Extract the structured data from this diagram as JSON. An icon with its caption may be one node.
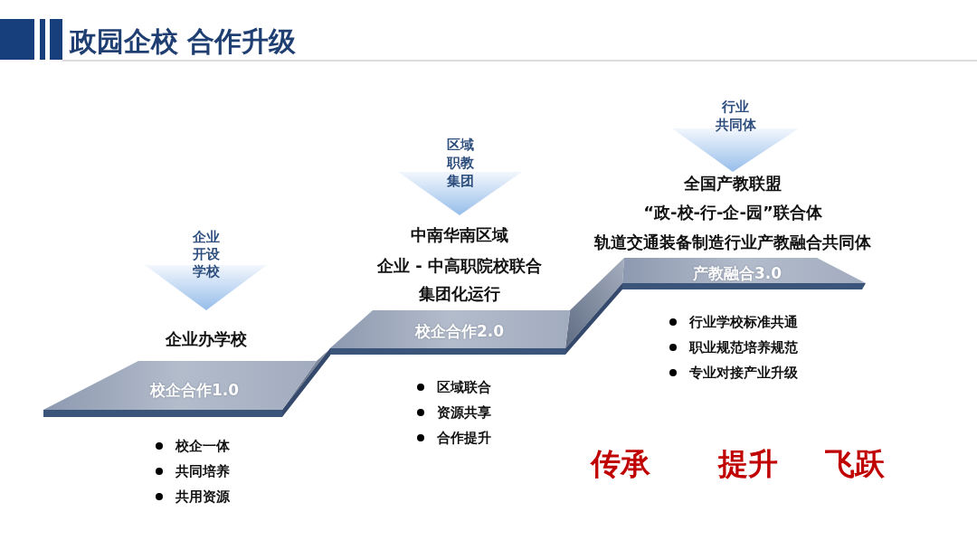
{
  "diagram": {
    "title": "政园企校 合作升级",
    "nodes": [
      {
        "text": [
          "企业开设学校"
        ]
      },
      {
        "text": [
          "校企合作1.0"
        ],
        "beside": [
          "校企一体",
          "共同培养",
          "共用资源"
        ]
      },
      {
        "text": [
          "区域职教集团"
        ]
      },
      {
        "text": [
          "校企合作2.0"
        ],
        "beside": [
          "区域联合",
          "资源共享",
          "合作提升"
        ]
      },
      {
        "text": [
          "行业共同体"
        ]
      },
      {
        "text": [
          "产教融合3.0"
        ],
        "beside": [
          "行业学校标准共通",
          "职业规范培养规范",
          "专业对接产业升级"
        ]
      }
    ],
    "labels": [
      "企业办学校",
      "中南华南区域",
      "企业 - 中高职院校联合",
      "集团化运行",
      "全国产教联盟",
      "“政-校-行-企-园”联合体",
      "轨道交通装备制造行业产教融合共同体",
      "传承",
      "提升",
      "飞跃"
    ]
  }
}
